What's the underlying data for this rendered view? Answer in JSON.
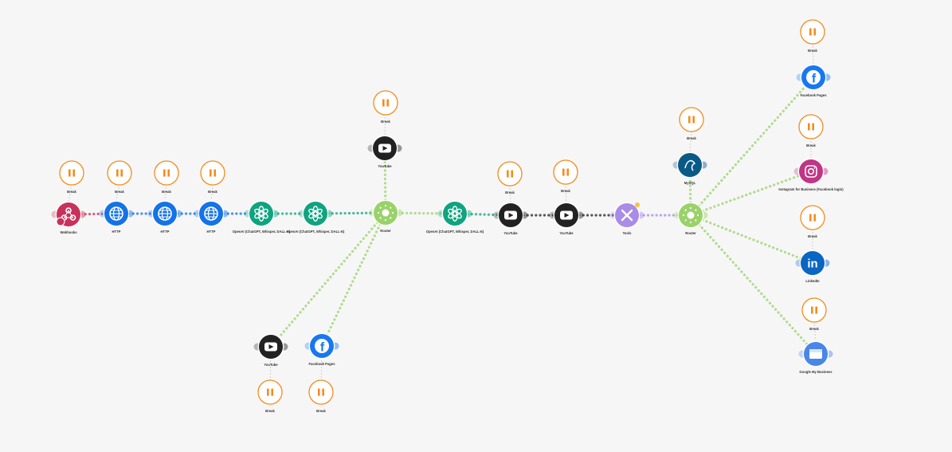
{
  "colors": {
    "background": "#f6f6f6",
    "break_orange": "#f28c1e",
    "webhooks": "#c7325a",
    "http": "#1473e6",
    "openai": "#10a37f",
    "router": "#9ad26a",
    "youtube": "#222222",
    "tools": "#a98ce6",
    "mysql": "#0b5a86",
    "facebook": "#1877f2",
    "instagram": "#c13584",
    "linkedin": "#0a66c2",
    "google_my_business": "#4a86e8"
  },
  "labels": {
    "break": "Break",
    "webhooks": "Webhooks",
    "http": "HTTP",
    "openai": "OpenAI (ChatGPT, Whisper, DALL-E)",
    "router": "Router",
    "youtube": "YouTube",
    "tools": "Tools",
    "mysql": "MySQL",
    "facebook_pages": "Facebook Pages",
    "instagram": "Instagram for Business (Facebook login)",
    "linkedin": "LinkedIn",
    "google_my_business": "Google My Business"
  },
  "nodes": [
    {
      "id": "webhooks",
      "type": "webhooks",
      "label_key": "webhooks"
    },
    {
      "id": "http1",
      "type": "http",
      "label_key": "http"
    },
    {
      "id": "http2",
      "type": "http",
      "label_key": "http"
    },
    {
      "id": "http3",
      "type": "http",
      "label_key": "http"
    },
    {
      "id": "openai1",
      "type": "openai",
      "label_key": "openai"
    },
    {
      "id": "openai2",
      "type": "openai",
      "label_key": "openai"
    },
    {
      "id": "router1",
      "type": "router",
      "label_key": "router"
    },
    {
      "id": "youtube_top",
      "type": "youtube",
      "label_key": "youtube"
    },
    {
      "id": "youtube_bottom",
      "type": "youtube",
      "label_key": "youtube"
    },
    {
      "id": "facebook_bottom",
      "type": "facebook",
      "label_key": "facebook_pages"
    },
    {
      "id": "openai3",
      "type": "openai",
      "label_key": "openai"
    },
    {
      "id": "youtube2",
      "type": "youtube",
      "label_key": "youtube"
    },
    {
      "id": "youtube3",
      "type": "youtube",
      "label_key": "youtube"
    },
    {
      "id": "tools",
      "type": "tools",
      "label_key": "tools"
    },
    {
      "id": "router2",
      "type": "router",
      "label_key": "router"
    },
    {
      "id": "mysql",
      "type": "mysql",
      "label_key": "mysql"
    },
    {
      "id": "facebook_right",
      "type": "facebook",
      "label_key": "facebook_pages"
    },
    {
      "id": "instagram",
      "type": "instagram",
      "label_key": "instagram"
    },
    {
      "id": "linkedin",
      "type": "linkedin",
      "label_key": "linkedin"
    },
    {
      "id": "gmb",
      "type": "gmb",
      "label_key": "google_my_business"
    }
  ],
  "breaks": [
    {
      "id": "b_webhooks",
      "target": "webhooks"
    },
    {
      "id": "b_http1",
      "target": "http1"
    },
    {
      "id": "b_http2",
      "target": "http2"
    },
    {
      "id": "b_http3",
      "target": "http3"
    },
    {
      "id": "b_youtube_top",
      "target": "youtube_top"
    },
    {
      "id": "b_youtube_bottom",
      "target": "youtube_bottom"
    },
    {
      "id": "b_facebook_bottom",
      "target": "facebook_bottom"
    },
    {
      "id": "b_youtube2",
      "target": "youtube2"
    },
    {
      "id": "b_youtube3",
      "target": "youtube3"
    },
    {
      "id": "b_mysql",
      "target": "mysql"
    },
    {
      "id": "b_facebook_right",
      "target": "facebook_right"
    },
    {
      "id": "b_instagram",
      "target": "instagram"
    },
    {
      "id": "b_linkedin",
      "target": "linkedin"
    },
    {
      "id": "b_gmb",
      "target": "gmb"
    }
  ],
  "edges": [
    [
      "webhooks",
      "http1"
    ],
    [
      "http1",
      "http2"
    ],
    [
      "http2",
      "http3"
    ],
    [
      "http3",
      "openai1"
    ],
    [
      "openai1",
      "openai2"
    ],
    [
      "openai2",
      "router1"
    ],
    [
      "router1",
      "youtube_top"
    ],
    [
      "router1",
      "youtube_bottom"
    ],
    [
      "router1",
      "facebook_bottom"
    ],
    [
      "router1",
      "openai3"
    ],
    [
      "openai3",
      "youtube2"
    ],
    [
      "youtube2",
      "youtube3"
    ],
    [
      "youtube3",
      "tools"
    ],
    [
      "tools",
      "router2"
    ],
    [
      "router2",
      "mysql"
    ],
    [
      "router2",
      "facebook_right"
    ],
    [
      "router2",
      "instagram"
    ],
    [
      "router2",
      "linkedin"
    ],
    [
      "router2",
      "gmb"
    ]
  ]
}
